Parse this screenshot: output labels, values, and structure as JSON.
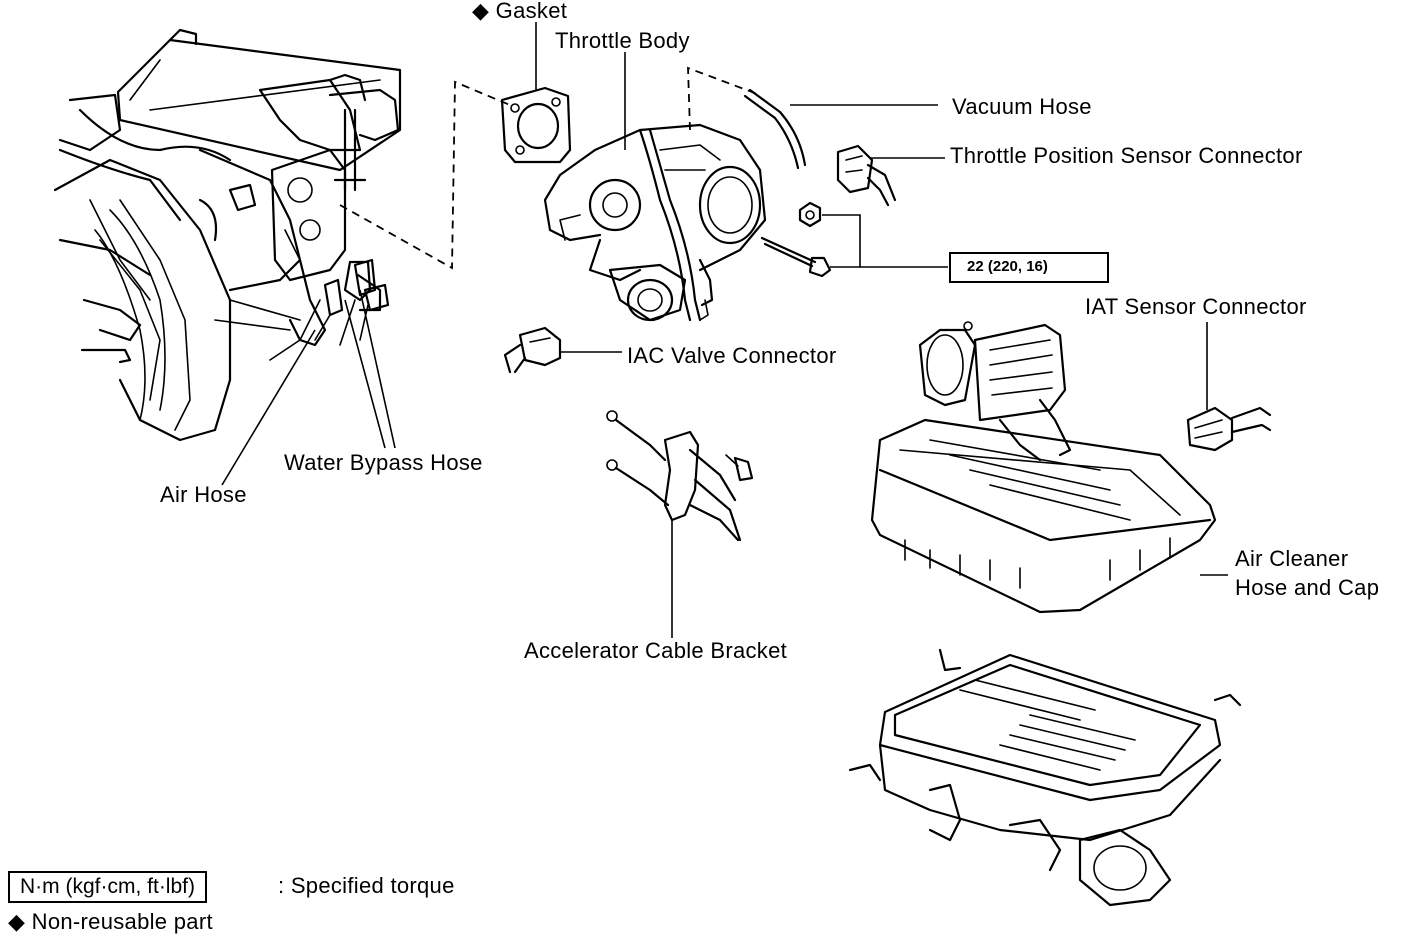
{
  "labels": {
    "gasket": "Gasket",
    "throttle_body": "Throttle Body",
    "vacuum_hose": "Vacuum Hose",
    "tps_connector": "Throttle Position Sensor Connector",
    "torque_value": "22 (220, 16)",
    "iat_connector": "IAT Sensor Connector",
    "iac_connector": "IAC Valve Connector",
    "water_bypass_hose": "Water Bypass Hose",
    "air_hose": "Air Hose",
    "air_cleaner_line1": "Air Cleaner",
    "air_cleaner_line2": "Hose and Cap",
    "accelerator_bracket": "Accelerator Cable Bracket"
  },
  "legend": {
    "torque_box": "N·m (kgf·cm, ft·lbf)",
    "torque_desc": ":  Specified torque",
    "nonreusable_symbol": "◆",
    "nonreusable_desc": "Non-reusable part"
  },
  "markers": {
    "gasket_symbol": "◆"
  }
}
